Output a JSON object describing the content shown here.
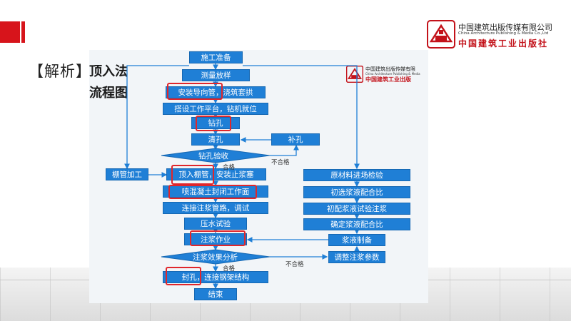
{
  "slide": {
    "title": "【解析】",
    "publisher_name": "中国建筑出版传媒有限公司",
    "publisher_en": "China Architecture Publishing & Media Co.,Ltd",
    "publisher_calligraphy": "中国建筑工业出版社"
  },
  "figure": {
    "title_line1": "顶入法",
    "title_line2": "流程图",
    "publisher_name": "中国建筑出版传媒有限",
    "publisher_en": "China Architecture Publishing & Media",
    "publisher_calligraphy": "中国建筑工业出版",
    "steps": {
      "prep": "施工准备",
      "survey": "测量放样",
      "guide_pipe": "安装导向管，浇筑套拱",
      "platform": "搭设工作平台，钻机就位",
      "drill": "钻孔",
      "clean": "清孔",
      "patch": "补孔",
      "inspect": "钻孔验收",
      "pipe_process": "棚管加工",
      "jack_in": "顶入棚管，安装止浆塞",
      "shotcrete": "喷混凝土封闭工作面",
      "connect": "连接注浆管路，调试",
      "pressure_test": "压水试验",
      "grouting": "注浆作业",
      "effect": "注浆效果分析",
      "seal": "封孔，连接钢架结构",
      "end": "结束",
      "material": "原材料进场检验",
      "mix_initial": "初选浆液配合比",
      "mix_test": "初配浆液试验注浆",
      "mix_final": "确定浆液配合比",
      "slurry": "浆液制备",
      "adjust": "调整注浆参数"
    },
    "labels": {
      "pass1": "合格",
      "fail1": "不合格",
      "pass2": "合格",
      "fail2": "不合格"
    },
    "colors": {
      "box": "#1f7fd6",
      "highlight": "#e0262b",
      "brand_red": "#d7141b"
    }
  }
}
